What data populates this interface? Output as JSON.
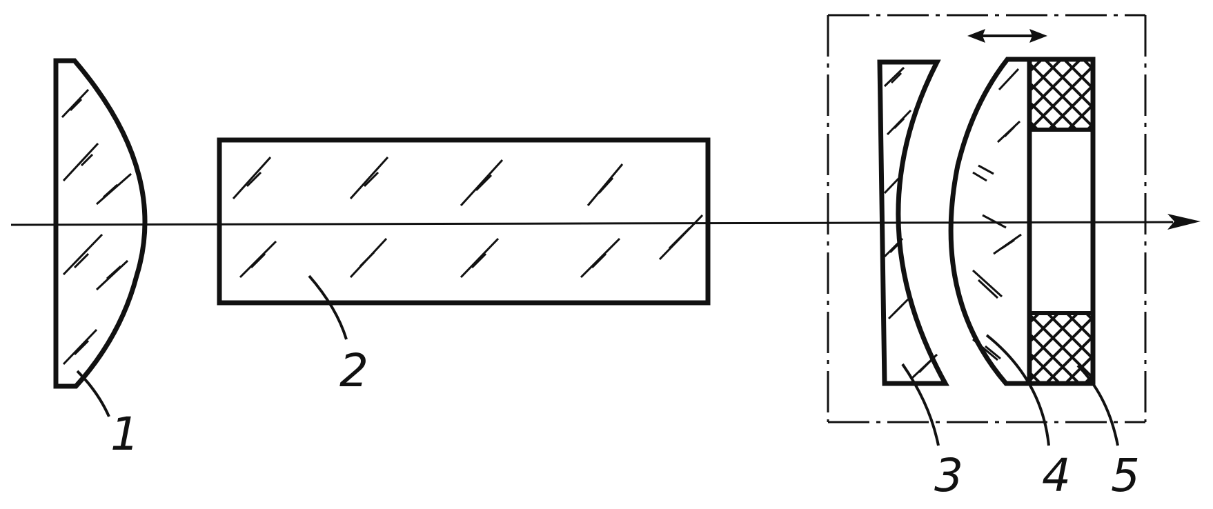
{
  "labels": {
    "lens_1": "1",
    "rod_2": "2",
    "lens_3": "3",
    "lens_4": "4",
    "ring_5": "5"
  },
  "colors": {
    "ink": "#111111",
    "background": "#ffffff"
  },
  "icons": {
    "axis_arrow": "arrow-right-icon",
    "movement_arrow": "double-arrow-icon"
  }
}
